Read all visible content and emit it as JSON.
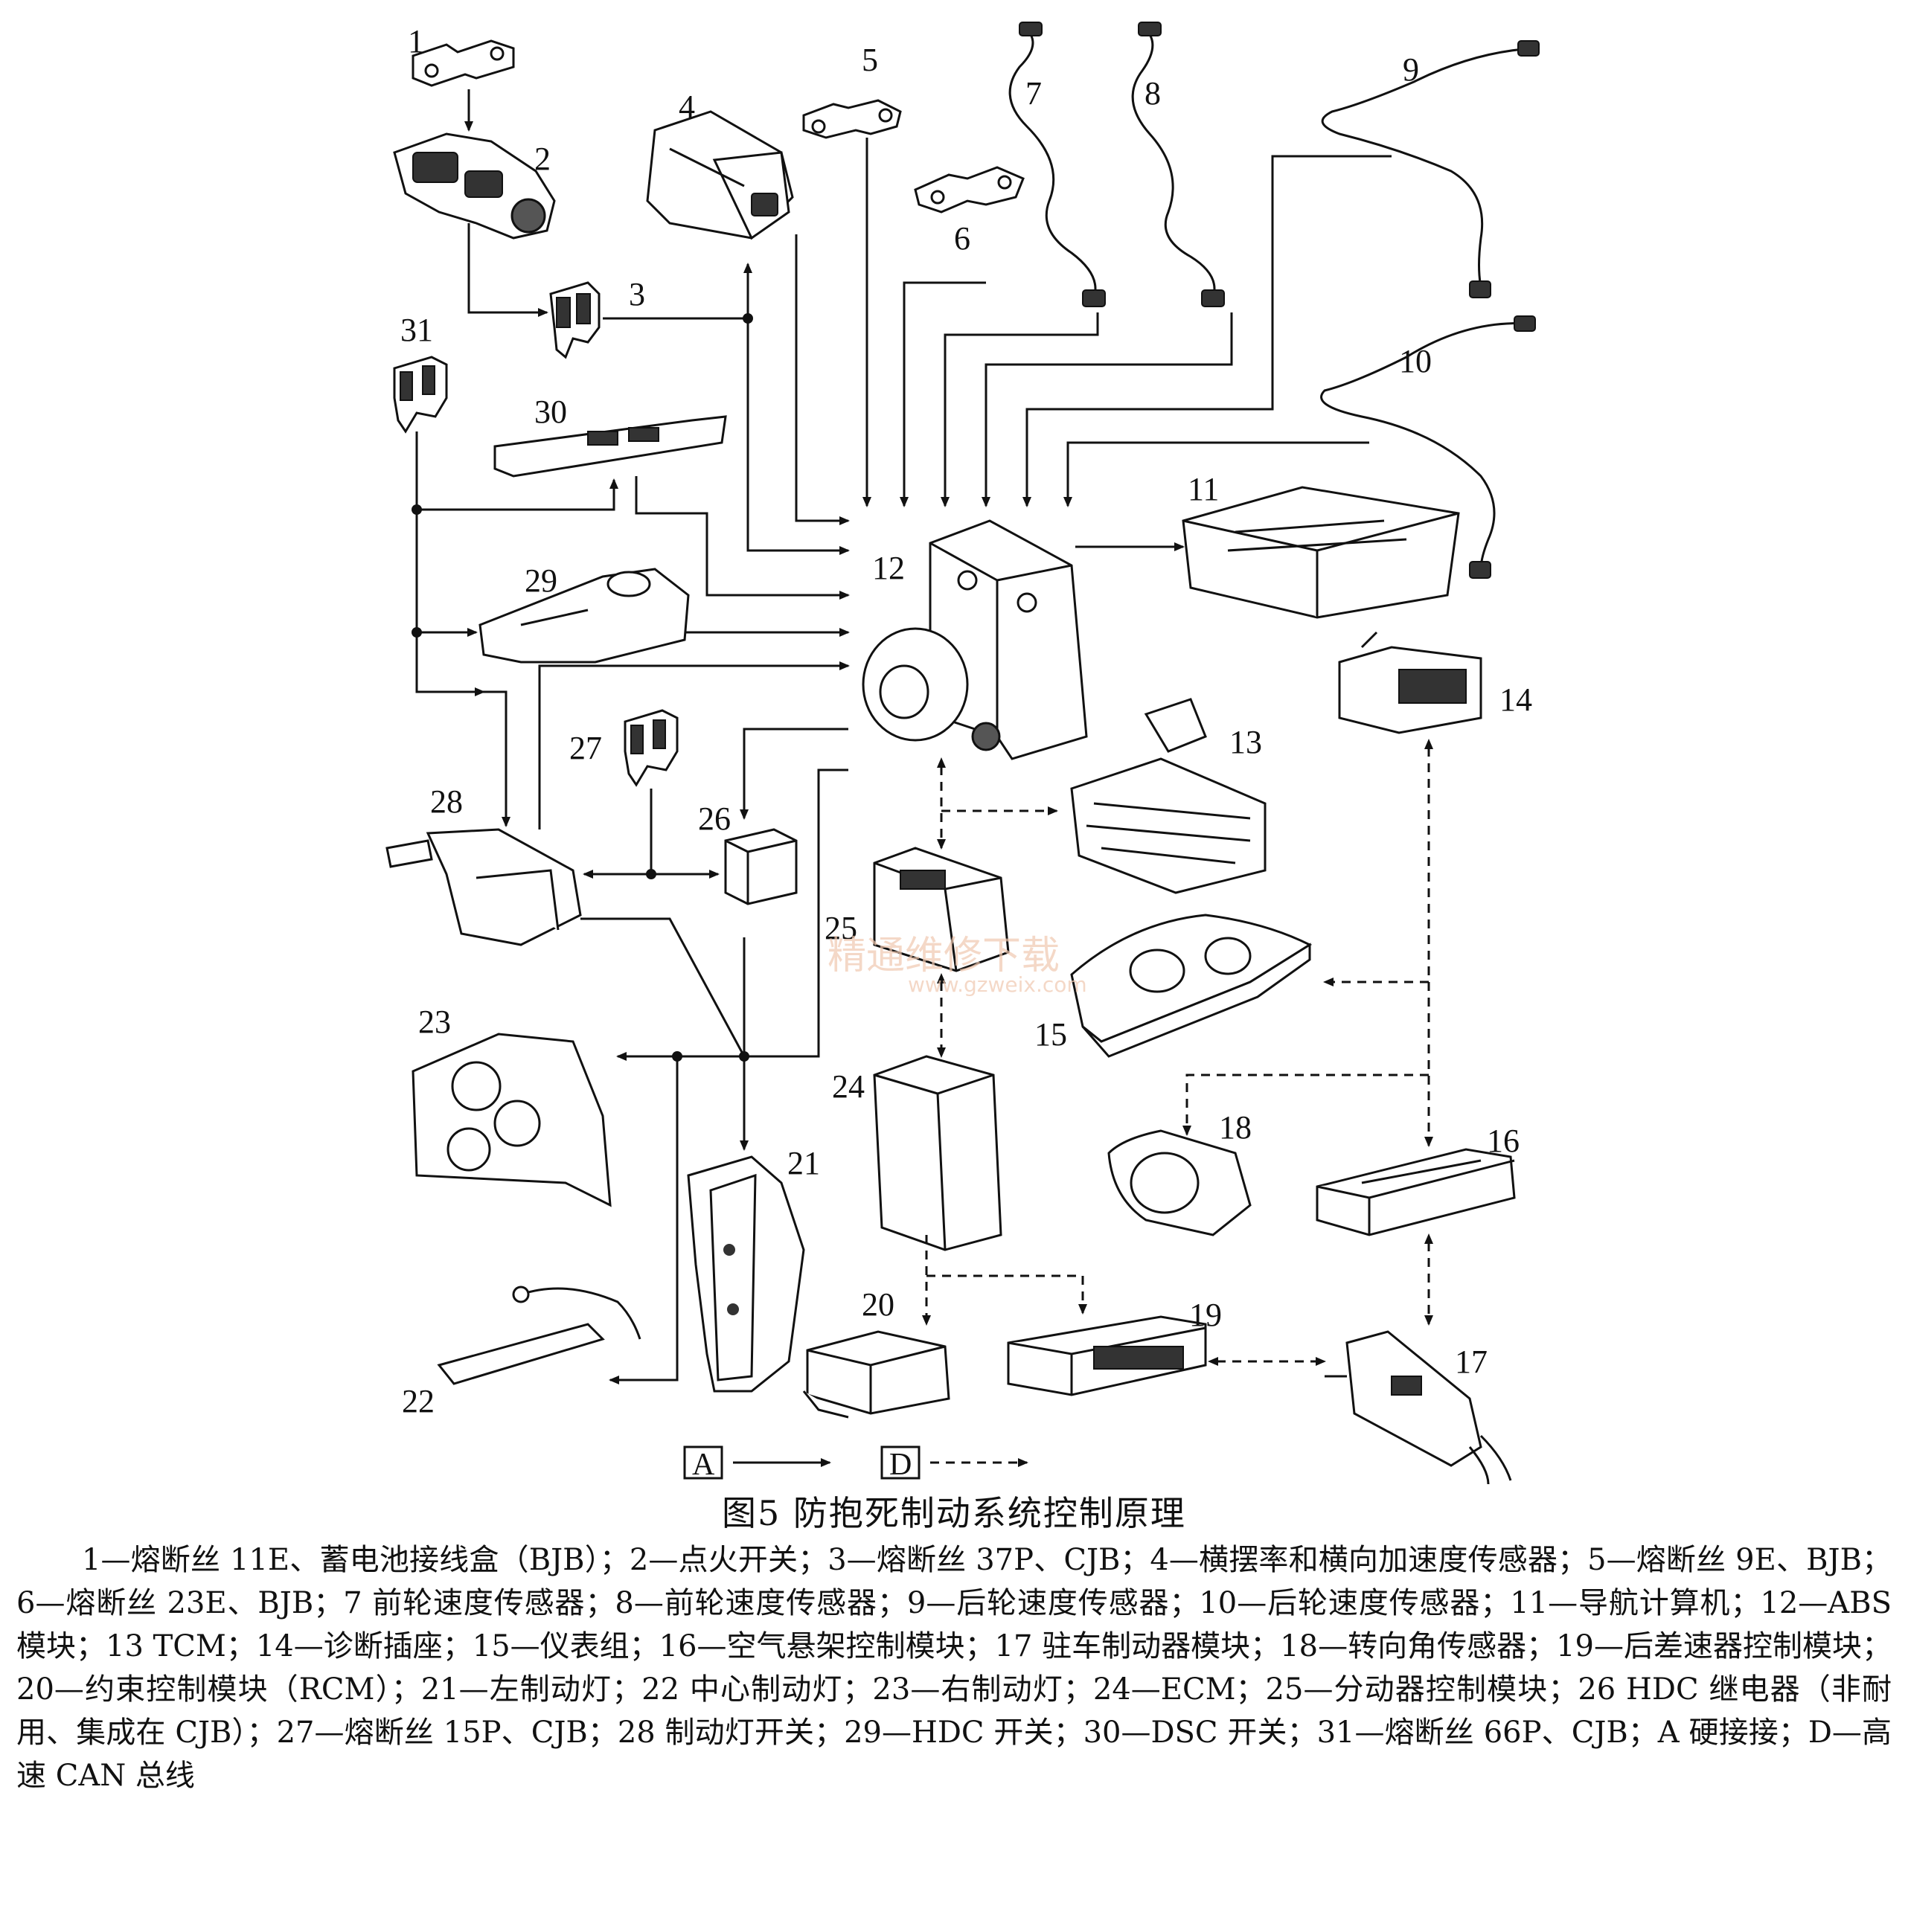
{
  "labels": {
    "l1": "1",
    "l2": "2",
    "l3": "3",
    "l4": "4",
    "l5": "5",
    "l6": "6",
    "l7": "7",
    "l8": "8",
    "l9": "9",
    "l10": "10",
    "l11": "11",
    "l12": "12",
    "l13": "13",
    "l14": "14",
    "l15": "15",
    "l16": "16",
    "l17": "17",
    "l18": "18",
    "l19": "19",
    "l20": "20",
    "l21": "21",
    "l22": "22",
    "l23": "23",
    "l24": "24",
    "l25": "25",
    "l26": "26",
    "l27": "27",
    "l28": "28",
    "l29": "29",
    "l30": "30",
    "l31": "31"
  },
  "watermark": {
    "main": "精通维修下载",
    "url": "www.gzweix.com"
  },
  "key": {
    "hard": "A",
    "can": "D"
  },
  "caption": "图5 防抱死制动系统控制原理",
  "legend": "1—熔断丝 11E、蓄电池接线盒（BJB）；2—点火开关；3—熔断丝 37P、CJB；4—横摆率和横向加速度传感器；5—熔断丝 9E、BJB；6—熔断丝 23E、BJB；7 前轮速度传感器；8—前轮速度传感器；9—后轮速度传感器；10—后轮速度传感器；11—导航计算机；12—ABS 模块；13 TCM；14—诊断插座；15—仪表组；16—空气悬架控制模块；17 驻车制动器模块；18—转向角传感器；19—后差速器控制模块；20—约束控制模块（RCM）；21—左制动灯；22 中心制动灯；23—右制动灯；24—ECM；25—分动器控制模块；26 HDC 继电器（非耐用、集成在 CJB）；27—熔断丝 15P、CJB；28 制动灯开关；29—HDC 开关；30—DSC 开关；31—熔断丝 66P、CJB；A 硬接接；D—高速 CAN 总线"
}
